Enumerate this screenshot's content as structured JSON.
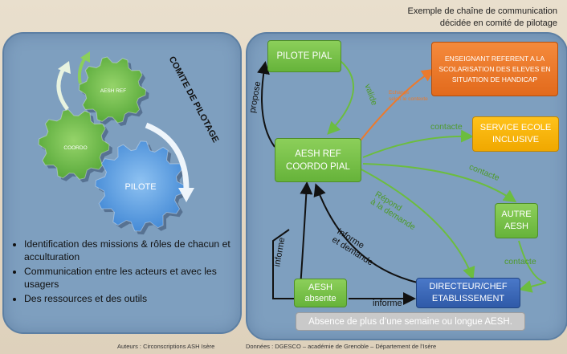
{
  "header": {
    "line1": "Exemple de chaîne de communication",
    "line2": "décidée en comité de pilotage"
  },
  "left": {
    "comite_label": "COMITE DE PILOTAGE",
    "gears": {
      "aesh_ref": "AESH REF",
      "coordo": "COORDO",
      "pilote": "PILOTE"
    },
    "bullets": [
      "Identification des missions & rôles de chacun et acculturation",
      "Communication entre les acteurs et avec les usagers",
      "Des ressources et des outils"
    ]
  },
  "nodes": {
    "pilote_pial": "PILOTE PIAL",
    "enseignant_line1": "ENSEIGNANT REFERENT A LA",
    "enseignant_line2": "SCOLARISATION DES ELEVES EN",
    "enseignant_line3": "SITUATION DE HANDICAP",
    "service_line1": "SERVICE ECOLE",
    "service_line2": "INCLUSIVE",
    "aesh_ref_line1": "AESH REF",
    "aesh_ref_line2": "COORDO PIAL",
    "autre_line1": "AUTRE",
    "autre_line2": "AESH",
    "aesh_absente_line1": "AESH",
    "aesh_absente_line2": "absente",
    "directeur_line1": "DIRECTEUR/CHEF",
    "directeur_line2": "ETABLISSEMENT"
  },
  "edges": {
    "propose": "propose",
    "valide": "valide",
    "echange_line1": "Echange",
    "echange_line2": "selon le contexte",
    "contacte_service": "contacte",
    "contacte_autre": "contacte",
    "contacte_bas": "contacte",
    "repond_line1": "Répond",
    "repond_line2": "à la demande",
    "informe_left": "informe",
    "informe_demande_line1": "Informe",
    "informe_demande_line2": "et demande",
    "informe_bottom": "informe"
  },
  "note": "Absence de plus d’une semaine ou longue AESH.",
  "footer": {
    "auteurs": "Auteurs : Circonscriptions ASH Isère",
    "donnees": "Données : DGESCO – académie de Grenoble – Département de l’Isère"
  },
  "colors": {
    "green": "#6cbd3f",
    "orange": "#ec7a2c",
    "gold": "#f5b400",
    "blue": "#3563b5",
    "panel": "#7e9fbf"
  }
}
